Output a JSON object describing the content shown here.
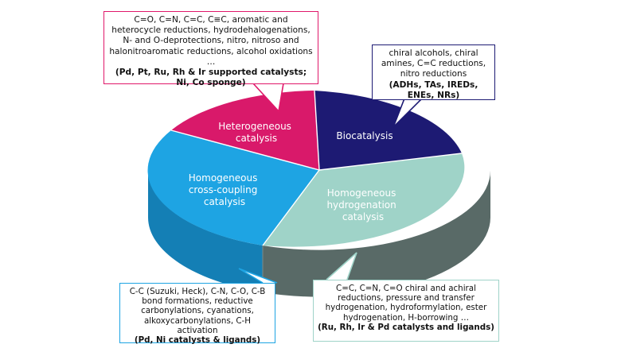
{
  "segments": [
    {
      "id": "heterogeneous",
      "label_lines": [
        "Heterogeneous",
        "catalysis"
      ],
      "color": "#d9196a"
    },
    {
      "id": "biocatalysis",
      "label_lines": [
        "Biocatalysis"
      ],
      "color": "#1d1a73"
    },
    {
      "id": "homogeneous-hydrogenation",
      "label_lines": [
        "Homogeneous",
        "hydrogenation",
        "catalysis"
      ],
      "color": "#9fd3c8"
    },
    {
      "id": "homogeneous-cross-coupling",
      "label_lines": [
        "Homogeneous",
        "cross-coupling",
        "catalysis"
      ],
      "color": "#1ea4e3"
    }
  ],
  "callouts": {
    "heterogeneous": {
      "text": "C=O, C=N, C=C, C≡C, aromatic and heterocycle reductions, hydrodehalogenations, N- and O-deprotections, nitro, nitroso and halonitroaromatic reductions, alcohol oxidations …",
      "examples": "(Pd, Pt, Ru, Rh & Ir supported catalysts; Ni, Co sponge)",
      "border": "#e0186a"
    },
    "biocatalysis": {
      "text": "chiral alcohols, chiral amines, C=C reductions, nitro reductions",
      "examples": "(ADHs, TAs, IREDs, ENEs, NRs)",
      "border": "#1d1a73"
    },
    "cross_coupling": {
      "text": "C-C (Suzuki, Heck), C-N, C-O, C-B bond formations, reductive carbonylations, cyanations, alkoxycarbonylations, C-H activation",
      "examples": "(Pd, Ni catalysts & ligands)",
      "border": "#1ea4e3"
    },
    "hydrogenation": {
      "text": "C=C, C=N, C=O chiral and achiral reductions, pressure and transfer hydrogenation, hydroformylation, ester hydrogenation, H-borrowing …",
      "examples": "(Ru, Rh, Ir & Pd catalysts and ligands)",
      "border": "#9fd3c8"
    }
  }
}
